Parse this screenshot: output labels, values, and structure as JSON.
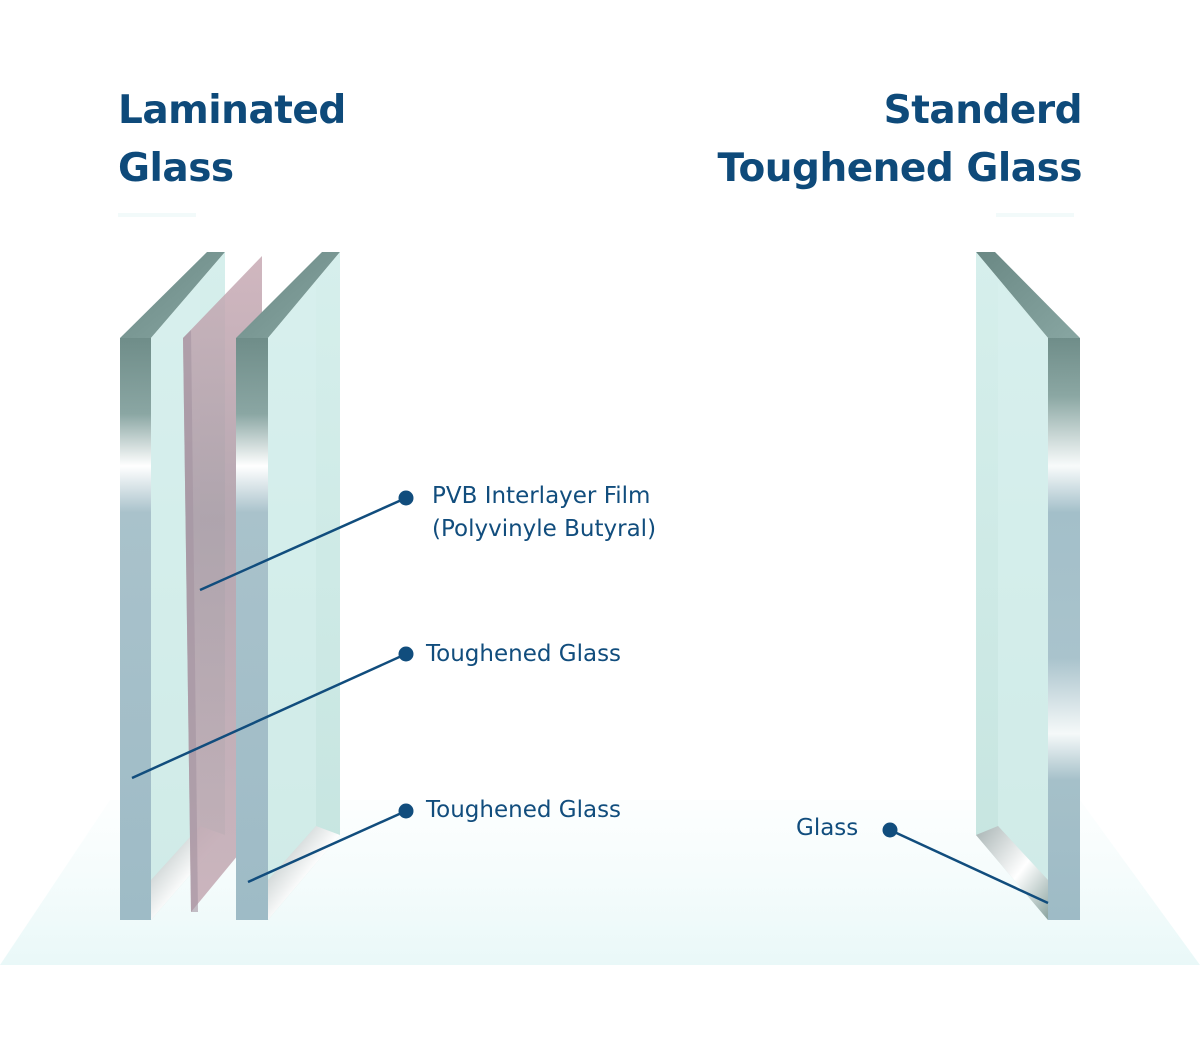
{
  "colors": {
    "title": "#0e4a7a",
    "label": "#114d7d",
    "leader": "#114d7d",
    "glass_face": "#cde8e4",
    "glass_edge": "#9dbac4",
    "glass_top": "#6e8c88",
    "pvb_film": "#b79ca6"
  },
  "left_panel": {
    "title_line1": "Laminated",
    "title_line2": "Glass"
  },
  "right_panel": {
    "title_line1": "Standerd",
    "title_line2": "Toughened Glass"
  },
  "labels": {
    "pvb_line1": "PVB Interlayer Film",
    "pvb_line2": "(Polyvinyle Butyral)",
    "toughened_1": "Toughened Glass",
    "toughened_2": "Toughened Glass",
    "glass": "Glass"
  }
}
